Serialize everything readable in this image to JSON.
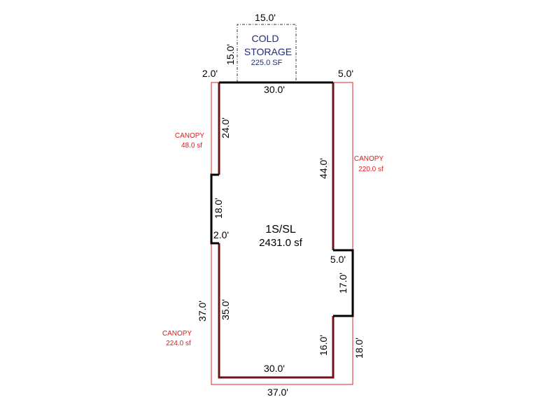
{
  "colors": {
    "wall_dark": "#6e1414",
    "wall_black": "#000000",
    "canopy_outline": "#e02020",
    "canopy_text": "#d81e1e",
    "cold_storage_text": "#1f2a7a",
    "cold_storage_outline": "#333333"
  },
  "building": {
    "label": "1S/SL",
    "area": "2431.0 sf"
  },
  "cold_storage": {
    "title_line1": "COLD",
    "title_line2": "STORAGE",
    "area": "225.0 SF",
    "dim_width": "15.0'",
    "dim_depth": "15.0'"
  },
  "canopies": [
    {
      "label": "CANOPY",
      "area": "48.0 sf"
    },
    {
      "label": "CANOPY",
      "area": "220.0 sf"
    },
    {
      "label": "CANOPY",
      "area": "224.0 sf"
    }
  ],
  "dimensions": {
    "top_left": "2.0'",
    "top_right": "5.0'",
    "top": "30.0'",
    "left_upper": "24.0'",
    "right_upper": "44.0'",
    "left_bump": "18.0'",
    "left_bump_width": "2.0'",
    "right_bump_width": "5.0'",
    "right_bump": "17.0'",
    "left_lower": "35.0'",
    "left_canopy_lower": "37.0'",
    "right_lower": "16.0'",
    "right_canopy_lower": "18.0'",
    "bottom": "30.0'",
    "bottom_canopy": "37.0'"
  }
}
